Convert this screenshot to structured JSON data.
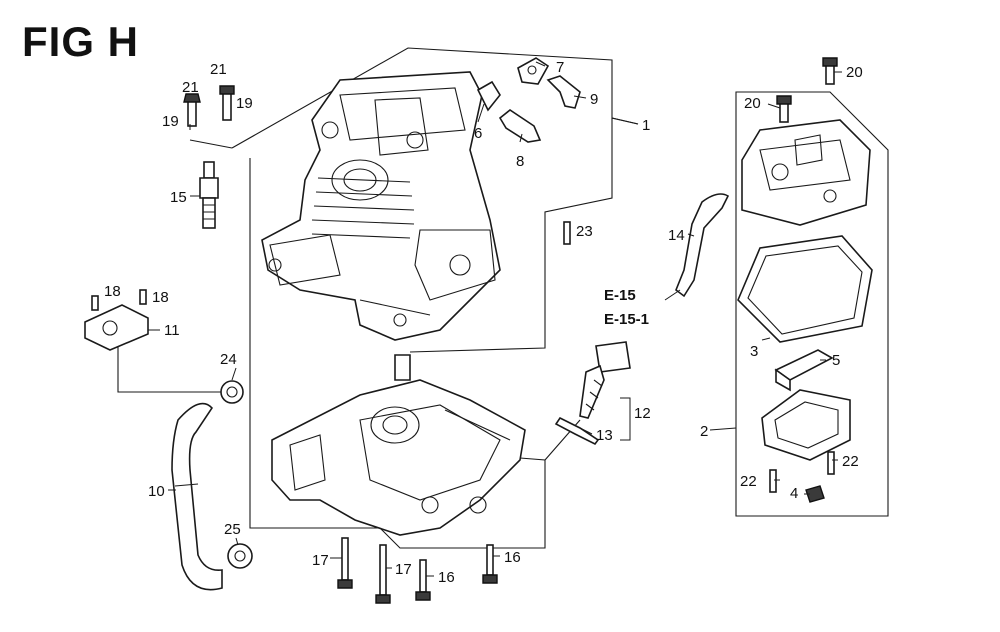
{
  "figure": {
    "title": "FIG H"
  },
  "callouts": [
    {
      "id": "c1",
      "text": "1"
    },
    {
      "id": "c2",
      "text": "2"
    },
    {
      "id": "c3",
      "text": "3"
    },
    {
      "id": "c4",
      "text": "4"
    },
    {
      "id": "c5",
      "text": "5"
    },
    {
      "id": "c6",
      "text": "6"
    },
    {
      "id": "c7",
      "text": "7"
    },
    {
      "id": "c8",
      "text": "8"
    },
    {
      "id": "c9",
      "text": "9"
    },
    {
      "id": "c10",
      "text": "10"
    },
    {
      "id": "c11",
      "text": "11"
    },
    {
      "id": "c12",
      "text": "12"
    },
    {
      "id": "c13",
      "text": "13"
    },
    {
      "id": "c14",
      "text": "14"
    },
    {
      "id": "c15",
      "text": "15"
    },
    {
      "id": "c16a",
      "text": "16"
    },
    {
      "id": "c16b",
      "text": "16"
    },
    {
      "id": "c17a",
      "text": "17"
    },
    {
      "id": "c17b",
      "text": "17"
    },
    {
      "id": "c18a",
      "text": "18"
    },
    {
      "id": "c18b",
      "text": "18"
    },
    {
      "id": "c19a",
      "text": "19"
    },
    {
      "id": "c19b",
      "text": "19"
    },
    {
      "id": "c20a",
      "text": "20"
    },
    {
      "id": "c20b",
      "text": "20"
    },
    {
      "id": "c21a",
      "text": "21"
    },
    {
      "id": "c21b",
      "text": "21"
    },
    {
      "id": "c22a",
      "text": "22"
    },
    {
      "id": "c22b",
      "text": "22"
    },
    {
      "id": "c23",
      "text": "23"
    },
    {
      "id": "c24",
      "text": "24"
    },
    {
      "id": "c25",
      "text": "25"
    }
  ],
  "references": [
    {
      "id": "r1",
      "text": "E-15"
    },
    {
      "id": "r2",
      "text": "E-15-1"
    }
  ]
}
